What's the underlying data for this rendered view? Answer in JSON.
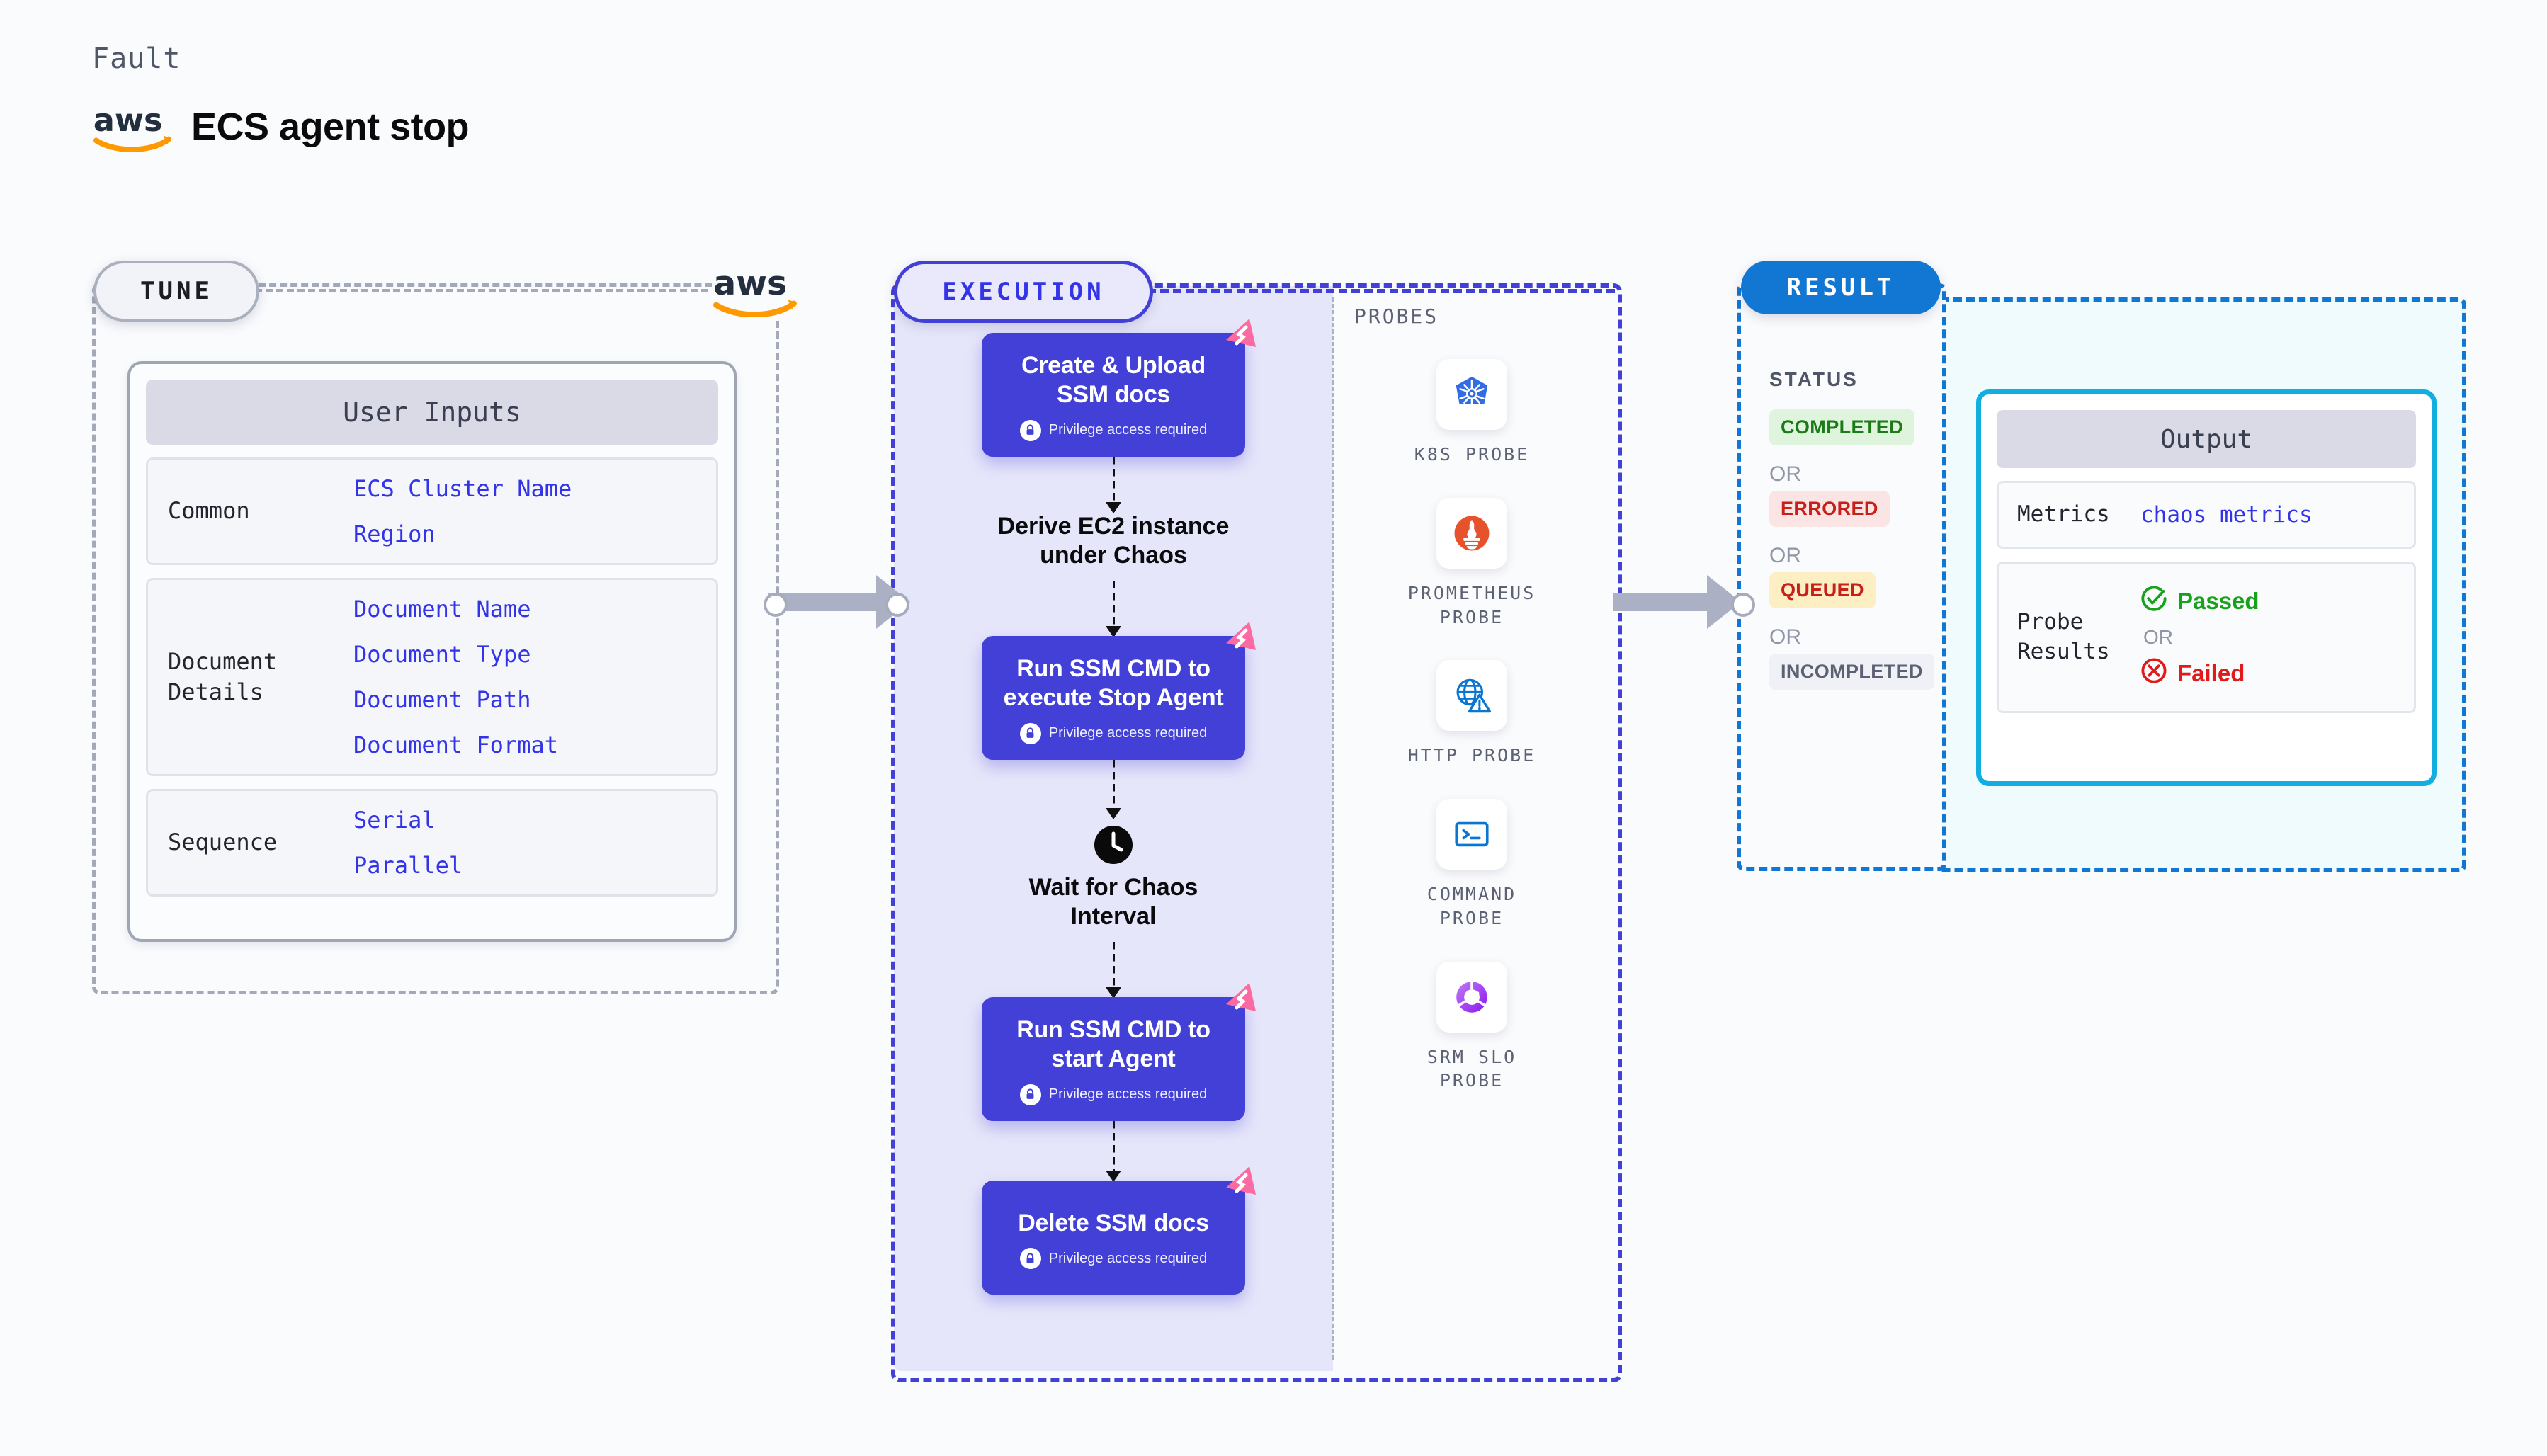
{
  "header": {
    "kicker": "Fault",
    "title": "ECS agent stop",
    "logo": "aws-logo"
  },
  "tune": {
    "pill": "TUNE",
    "logo": "aws-logo",
    "card_title": "User Inputs",
    "groups": [
      {
        "label": "Common",
        "values": [
          "ECS Cluster Name",
          "Region"
        ]
      },
      {
        "label": "Document\nDetails",
        "values": [
          "Document Name",
          "Document Type",
          "Document Path",
          "Document Format"
        ]
      },
      {
        "label": "Sequence",
        "values": [
          "Serial",
          "Parallel"
        ]
      }
    ]
  },
  "execution": {
    "pill": "EXECUTION",
    "privilege_note": "Privilege access required",
    "steps": [
      {
        "type": "card",
        "title": "Create & Upload\nSSM docs",
        "privileged": true
      },
      {
        "type": "plain",
        "title": "Derive EC2 instance\nunder Chaos",
        "icon": "none"
      },
      {
        "type": "card",
        "title": "Run SSM CMD to\nexecute Stop Agent",
        "privileged": true
      },
      {
        "type": "plain",
        "title": "Wait for Chaos\nInterval",
        "icon": "clock-icon"
      },
      {
        "type": "card",
        "title": "Run SSM CMD to\nstart Agent",
        "privileged": true
      },
      {
        "type": "card",
        "title": "Delete SSM docs",
        "privileged": true
      }
    ]
  },
  "probes": {
    "title": "PROBES",
    "items": [
      {
        "label": "K8S PROBE",
        "icon": "kubernetes-icon"
      },
      {
        "label": "PROMETHEUS\nPROBE",
        "icon": "prometheus-icon"
      },
      {
        "label": "HTTP PROBE",
        "icon": "http-globe-icon"
      },
      {
        "label": "COMMAND\nPROBE",
        "icon": "terminal-icon"
      },
      {
        "label": "SRM SLO\nPROBE",
        "icon": "srm-slo-icon"
      }
    ]
  },
  "result": {
    "pill": "RESULT",
    "status_heading": "STATUS",
    "or_label": "OR",
    "statuses": [
      {
        "label": "COMPLETED",
        "bg": "#dff4dc",
        "fg": "#1c7a18"
      },
      {
        "label": "ERRORED",
        "bg": "#fbe4e4",
        "fg": "#c7201a"
      },
      {
        "label": "QUEUED",
        "bg": "#fdeec4",
        "fg": "#c7201a"
      },
      {
        "label": "INCOMPLETED",
        "bg": "#eff1f6",
        "fg": "#5c6274"
      }
    ],
    "output": {
      "title": "Output",
      "metrics_label": "Metrics",
      "metrics_value": "chaos metrics",
      "probe_results_label": "Probe\nResults",
      "passed_label": "Passed",
      "failed_label": "Failed",
      "or_label": "OR"
    }
  },
  "colors": {
    "accent_indigo": "#4340d8",
    "accent_blue": "#1277d3",
    "accent_cyan": "#12aee0",
    "flag_pink": "#fb6aa0",
    "passed_green": "#16a21b",
    "failed_red": "#e01b1b",
    "page_bg": "#fafbfd"
  }
}
